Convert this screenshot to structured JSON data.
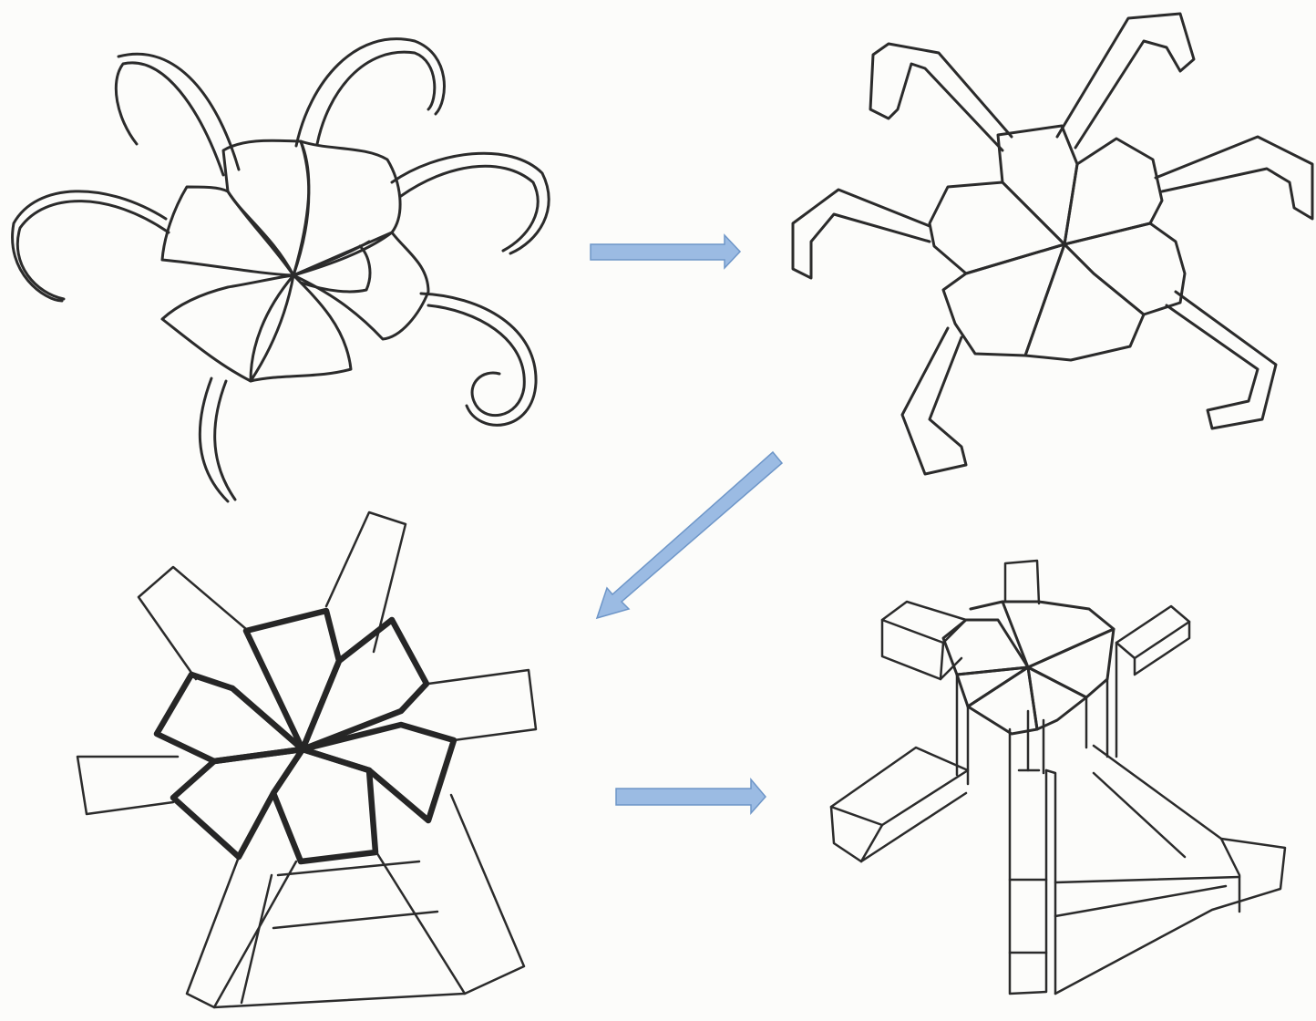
{
  "sketches": [
    {
      "id": "organic-flower",
      "style": "curved tentacles, soft petals"
    },
    {
      "id": "angular-flower",
      "style": "bent straight tentacles"
    },
    {
      "id": "block-flower-topdown",
      "style": "rectangular arms, bold petal outlines"
    },
    {
      "id": "block-flower-3d",
      "style": "isometric extruded blocks"
    }
  ],
  "arrows": [
    {
      "from": "organic-flower",
      "to": "angular-flower",
      "color": "#9bbbe3"
    },
    {
      "from": "angular-flower",
      "to": "block-flower-topdown",
      "color": "#9bbbe3"
    },
    {
      "from": "block-flower-topdown",
      "to": "block-flower-3d",
      "color": "#9bbbe3"
    }
  ],
  "colors": {
    "paper": "#fcfcfa",
    "ink": "#2b2b2b",
    "arrow_fill": "#9bbbe3",
    "arrow_stroke": "#6e96c8"
  }
}
